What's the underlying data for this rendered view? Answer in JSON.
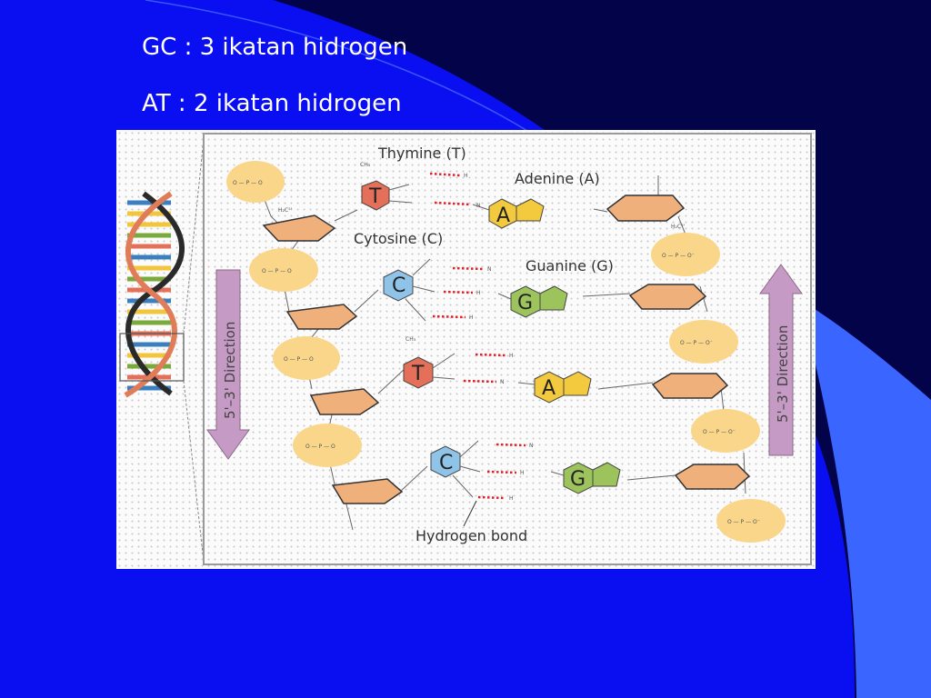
{
  "slide": {
    "lines": [
      "GC : 3 ikatan hidrogen",
      "AT : 2 ikatan hidrogen"
    ],
    "colors": {
      "background": "#0a0ff2",
      "dark_accent": "#020236",
      "light_accent": "#3a66ff",
      "text": "#ffffff"
    }
  },
  "figure": {
    "labels": {
      "thymine": "Thymine (T)",
      "adenine": "Adenine (A)",
      "cytosine": "Cytosine (C)",
      "guanine": "Guanine (G)",
      "hydrogen_bond": "Hydrogen bond",
      "direction_left": "5'–3' Direction",
      "direction_right": "5'–3' Direction"
    },
    "base_letters": {
      "t1": "T",
      "a1": "A",
      "c1": "C",
      "g1": "G",
      "t2": "T",
      "a2": "A",
      "c2": "C",
      "g2": "G"
    },
    "colors": {
      "thymine": "#e4705a",
      "adenine": "#f3c93d",
      "cytosine": "#8fc4e8",
      "guanine": "#9dc35c",
      "sugar": "#f0b07c",
      "phosphate": "#f9d68a",
      "hbond": "#e0202a",
      "arrow": "#c59ac4"
    }
  }
}
